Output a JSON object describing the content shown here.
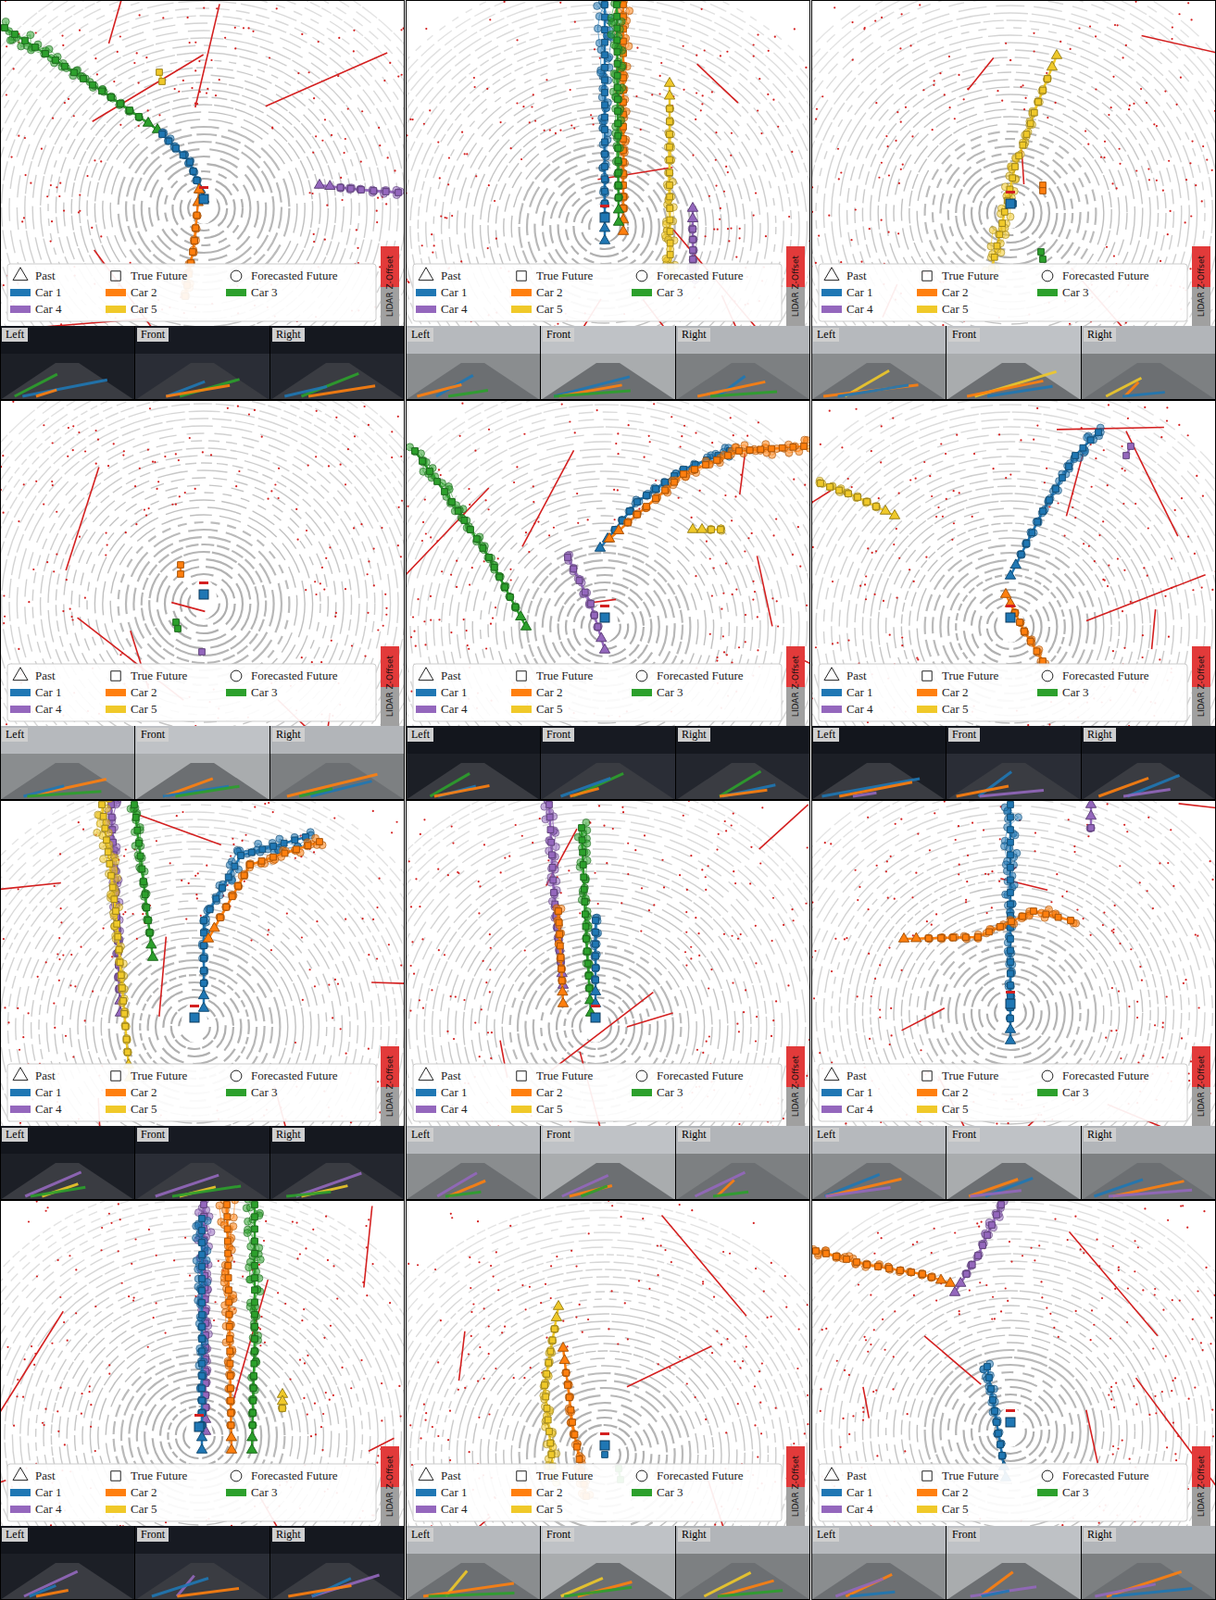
{
  "diagram": {
    "labels": [
      "LIDAR Z-Offset",
      "Left",
      "Front",
      "Right",
      "LIDAR Z-Offset",
      "Left",
      "Front",
      "Right",
      "LIDAR Z-Offset",
      "Left",
      "Front",
      "Right",
      "LIDAR Z-Offset",
      "Left",
      "Front",
      "Right",
      "LIDAR Z-Offset",
      "Left",
      "Front",
      "Right",
      "LIDAR Z-Offset",
      "Left",
      "Front",
      "Right",
      "LIDAR Z-Offset",
      "Left",
      "Front",
      "Right",
      "LIDAR Z-Offset",
      "Left",
      "Front",
      "Right",
      "LIDAR Z-Offset",
      "Left",
      "Front",
      "Right",
      "LIDAR Z-Offset",
      "Left",
      "Front",
      "Right",
      "LIDAR Z-Offset",
      "Left",
      "Front",
      "Right",
      "LIDAR Z-Offset",
      "Left",
      "Front",
      "Right"
    ],
    "legend": [
      {
        "text": "Past"
      },
      {
        "text": "True Future"
      },
      {
        "text": "Forecasted Future"
      },
      {
        "text": "Car 1",
        "color": "#1f77b4"
      },
      {
        "text": "Car 2",
        "color": "#ff7f0e"
      },
      {
        "text": "Car 3",
        "color": "#2ca02c"
      },
      {
        "text": "Car 4",
        "color": "#9467bd"
      },
      {
        "text": "Car 5",
        "color": "#f0c929"
      },
      {
        "text": "Past"
      },
      {
        "text": "True Future"
      },
      {
        "text": "Forecasted Future"
      },
      {
        "text": "Car 1",
        "color": "#1f77b4"
      },
      {
        "text": "Car 2",
        "color": "#ff7f0e"
      },
      {
        "text": "Car 3",
        "color": "#2ca02c"
      },
      {
        "text": "Car 4",
        "color": "#9467bd"
      },
      {
        "text": "Car 5",
        "color": "#f0c929"
      },
      {
        "text": "Past"
      },
      {
        "text": "True Future"
      },
      {
        "text": "Forecasted Future"
      },
      {
        "text": "Car 1",
        "color": "#1f77b4"
      },
      {
        "text": "Car 2",
        "color": "#ff7f0e"
      },
      {
        "text": "Car 3",
        "color": "#2ca02c"
      },
      {
        "text": "Car 4",
        "color": "#9467bd"
      },
      {
        "text": "Car 5",
        "color": "#f0c929"
      },
      {
        "text": "Past"
      },
      {
        "text": "True Future"
      },
      {
        "text": "Forecasted Future"
      },
      {
        "text": "Car 1",
        "color": "#1f77b4"
      },
      {
        "text": "Car 2",
        "color": "#ff7f0e"
      },
      {
        "text": "Car 3",
        "color": "#2ca02c"
      },
      {
        "text": "Car 4",
        "color": "#9467bd"
      },
      {
        "text": "Car 5",
        "color": "#f0c929"
      },
      {
        "text": "Past"
      },
      {
        "text": "True Future"
      },
      {
        "text": "Forecasted Future"
      },
      {
        "text": "Car 1",
        "color": "#1f77b4"
      },
      {
        "text": "Car 2",
        "color": "#ff7f0e"
      },
      {
        "text": "Car 3",
        "color": "#2ca02c"
      },
      {
        "text": "Car 4",
        "color": "#9467bd"
      },
      {
        "text": "Car 5",
        "color": "#f0c929"
      },
      {
        "text": "Past"
      },
      {
        "text": "True Future"
      },
      {
        "text": "Forecasted Future"
      },
      {
        "text": "Car 1",
        "color": "#1f77b4"
      },
      {
        "text": "Car 2",
        "color": "#ff7f0e"
      },
      {
        "text": "Car 3",
        "color": "#2ca02c"
      },
      {
        "text": "Car 4",
        "color": "#9467bd"
      },
      {
        "text": "Car 5",
        "color": "#f0c929"
      },
      {
        "text": "Past"
      },
      {
        "text": "True Future"
      },
      {
        "text": "Forecasted Future"
      },
      {
        "text": "Car 1",
        "color": "#1f77b4"
      },
      {
        "text": "Car 2",
        "color": "#ff7f0e"
      },
      {
        "text": "Car 3",
        "color": "#2ca02c"
      },
      {
        "text": "Car 4",
        "color": "#9467bd"
      },
      {
        "text": "Car 5",
        "color": "#f0c929"
      },
      {
        "text": "Past"
      },
      {
        "text": "True Future"
      },
      {
        "text": "Forecasted Future"
      },
      {
        "text": "Car 1",
        "color": "#1f77b4"
      },
      {
        "text": "Car 2",
        "color": "#ff7f0e"
      },
      {
        "text": "Car 3",
        "color": "#2ca02c"
      },
      {
        "text": "Car 4",
        "color": "#9467bd"
      },
      {
        "text": "Car 5",
        "color": "#f0c929"
      },
      {
        "text": "Past"
      },
      {
        "text": "True Future"
      },
      {
        "text": "Forecasted Future"
      },
      {
        "text": "Car 1",
        "color": "#1f77b4"
      },
      {
        "text": "Car 2",
        "color": "#ff7f0e"
      },
      {
        "text": "Car 3",
        "color": "#2ca02c"
      },
      {
        "text": "Car 4",
        "color": "#9467bd"
      },
      {
        "text": "Car 5",
        "color": "#f0c929"
      },
      {
        "text": "Past"
      },
      {
        "text": "True Future"
      },
      {
        "text": "Forecasted Future"
      },
      {
        "text": "Car 1",
        "color": "#1f77b4"
      },
      {
        "text": "Car 2",
        "color": "#ff7f0e"
      },
      {
        "text": "Car 3",
        "color": "#2ca02c"
      },
      {
        "text": "Car 4",
        "color": "#9467bd"
      },
      {
        "text": "Car 5",
        "color": "#f0c929"
      },
      {
        "text": "Past"
      },
      {
        "text": "True Future"
      },
      {
        "text": "Forecasted Future"
      },
      {
        "text": "Car 1",
        "color": "#1f77b4"
      },
      {
        "text": "Car 2",
        "color": "#ff7f0e"
      },
      {
        "text": "Car 3",
        "color": "#2ca02c"
      },
      {
        "text": "Car 4",
        "color": "#9467bd"
      },
      {
        "text": "Car 5",
        "color": "#f0c929"
      },
      {
        "text": "Past"
      },
      {
        "text": "True Future"
      },
      {
        "text": "Forecasted Future"
      },
      {
        "text": "Car 1",
        "color": "#1f77b4"
      },
      {
        "text": "Car 2",
        "color": "#ff7f0e"
      },
      {
        "text": "Car 3",
        "color": "#2ca02c"
      },
      {
        "text": "Car 4",
        "color": "#9467bd"
      },
      {
        "text": "Car 5",
        "color": "#f0c929"
      }
    ]
  }
}
